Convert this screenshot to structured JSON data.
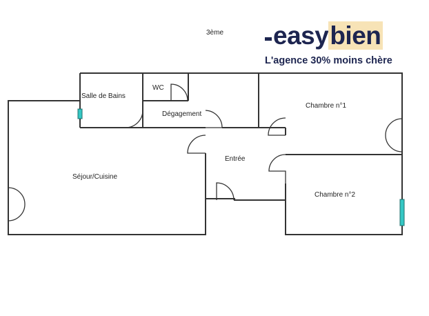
{
  "floor_label": "3ème",
  "brand": {
    "name_prefix": "easy",
    "name_highlight": "bien",
    "tagline": "L'agence 30% moins chère"
  },
  "rooms": {
    "salle_de_bains": "Salle de Bains",
    "wc": "WC",
    "degagement": "Dégagement",
    "chambre_1": "Chambre n°1",
    "sejour_cuisine": "Séjour/Cuisine",
    "entree": "Entrée",
    "chambre_2": "Chambre n°2"
  },
  "colors": {
    "wall": "#333333",
    "radiator": "#35c7c4",
    "brand_text": "#1d2550",
    "brand_highlight": "#f7e3b6"
  }
}
